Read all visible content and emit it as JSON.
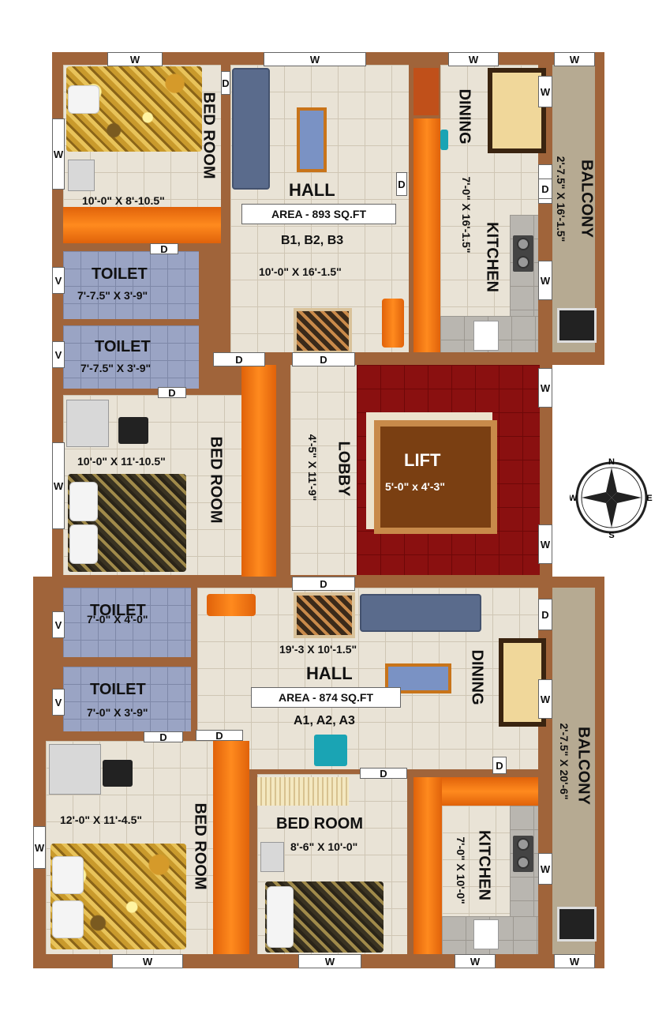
{
  "windows": {
    "w": "W",
    "v": "V",
    "d": "D"
  },
  "top_unit": {
    "hall": {
      "name": "HALL",
      "area": "AREA - 893 SQ.FT",
      "units": "B1, B2, B3",
      "dim": "10'-0\" X 16'-1.5\""
    },
    "bedroom1": {
      "name": "BED ROOM",
      "dim": "10'-0\" X 8'-10.5\""
    },
    "toilet1": {
      "name": "TOILET",
      "dim": "7'-7.5\" X 3'-9\""
    },
    "toilet2": {
      "name": "TOILET",
      "dim": "7'-7.5\" X 3'-9\""
    },
    "bedroom2": {
      "name": "BED ROOM",
      "dim": "10'-0\" X 11'-10.5\""
    },
    "dining": {
      "name": "DINING"
    },
    "kitchen": {
      "name": "KITCHEN",
      "dim": "7'-0\" X 16'-1.5\""
    },
    "balcony": {
      "name": "BALCONY",
      "dim": "2'-7.5\" X 16'-1.5\""
    }
  },
  "core": {
    "lobby": {
      "name": "LOBBY",
      "dim": "4'-5\" X 11'-9\""
    },
    "lift": {
      "name": "LIFT",
      "dim": "5'-0\" x 4'-3\""
    }
  },
  "bottom_unit": {
    "hall": {
      "name": "HALL",
      "area": "AREA - 874 SQ.FT",
      "units": "A1, A2, A3",
      "dim": "19'-3 X 10'-1.5\""
    },
    "toilet1": {
      "name": "TOILET",
      "dim": "7'-0\" X 4'-0\""
    },
    "toilet2": {
      "name": "TOILET",
      "dim": "7'-0\" X 3'-9\""
    },
    "bedroom1": {
      "name": "BED ROOM",
      "dim": "12'-0\" X 11'-4.5\""
    },
    "bedroom2": {
      "name": "BED ROOM",
      "dim": "8'-6\" X 10'-0\""
    },
    "dining": {
      "name": "DINING"
    },
    "kitchen": {
      "name": "KITCHEN",
      "dim": "7'-0\" X 10'-0\""
    },
    "balcony": {
      "name": "BALCONY",
      "dim": "2'-7.5\" X 20'-6\""
    }
  },
  "compass": {
    "n": "N",
    "s": "S",
    "e": "E",
    "w": "W"
  }
}
